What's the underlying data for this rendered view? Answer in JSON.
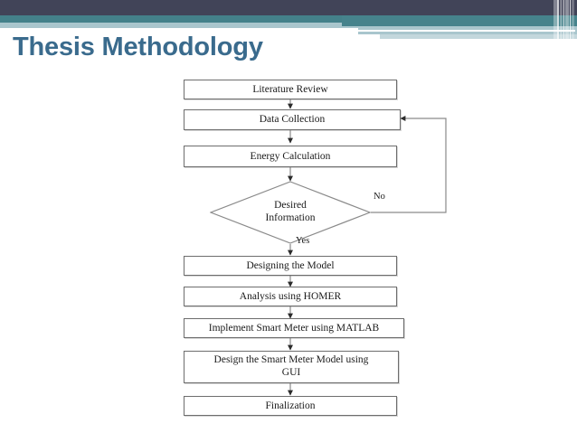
{
  "slide": {
    "title": "Thesis Methodology",
    "theme": {
      "header_dark": "#414458",
      "header_teal": "#46838c",
      "header_pale": "#a9c6cd",
      "title_color": "#3a6b8d",
      "background": "#ffffff"
    }
  },
  "diagram": {
    "type": "flowchart",
    "node_border_color": "#6d6d6d",
    "nodes": [
      {
        "id": "literature-review",
        "shape": "process",
        "label": "Literature Review"
      },
      {
        "id": "data-collection",
        "shape": "process",
        "label": "Data Collection"
      },
      {
        "id": "energy-calculation",
        "shape": "process",
        "label": "Energy Calculation"
      },
      {
        "id": "desired-information",
        "shape": "decision",
        "label_line1": "Desired",
        "label_line2": "Information"
      },
      {
        "id": "designing-the-model",
        "shape": "process",
        "label": "Designing the Model"
      },
      {
        "id": "analysis-using-homer",
        "shape": "process",
        "label": "Analysis using HOMER"
      },
      {
        "id": "implement-smart-meter",
        "shape": "process",
        "label": "Implement Smart Meter using MATLAB"
      },
      {
        "id": "design-smart-meter-gui",
        "shape": "process",
        "label_line1": "Design the Smart Meter Model using",
        "label_line2": "GUI"
      },
      {
        "id": "finalization",
        "shape": "process",
        "label": "Finalization"
      }
    ],
    "edges": [
      {
        "from": "literature-review",
        "to": "data-collection",
        "label": ""
      },
      {
        "from": "data-collection",
        "to": "energy-calculation",
        "label": ""
      },
      {
        "from": "energy-calculation",
        "to": "desired-information",
        "label": ""
      },
      {
        "from": "desired-information",
        "to": "designing-the-model",
        "label": "Yes"
      },
      {
        "from": "desired-information",
        "to": "data-collection",
        "label": "No"
      },
      {
        "from": "designing-the-model",
        "to": "analysis-using-homer",
        "label": ""
      },
      {
        "from": "analysis-using-homer",
        "to": "implement-smart-meter",
        "label": ""
      },
      {
        "from": "implement-smart-meter",
        "to": "design-smart-meter-gui",
        "label": ""
      },
      {
        "from": "design-smart-meter-gui",
        "to": "finalization",
        "label": ""
      }
    ],
    "labels": {
      "yes": "Yes",
      "no": "No"
    }
  }
}
